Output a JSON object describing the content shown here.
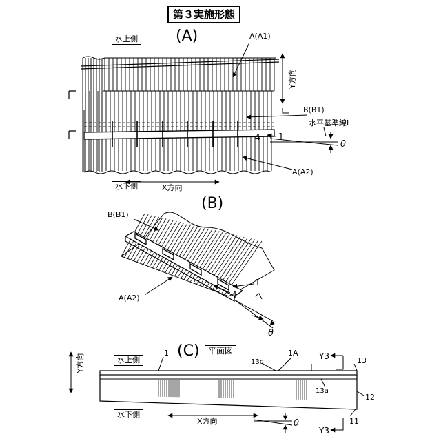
{
  "title": "第３実施形態",
  "figureA": {
    "label": "(A)",
    "upstream": "水上側",
    "downstream": "水下側",
    "x_direction": "X方向",
    "y_direction": "Y方向",
    "part_a1": "A(A1)",
    "part_b1": "B(B1)",
    "part_a2": "A(A2)",
    "baseline": "水平基準線L",
    "theta": "θ",
    "num_1": "1",
    "num_4": "4"
  },
  "figureB": {
    "label": "(B)",
    "part_b1": "B(B1)",
    "part_a2": "A(A2)",
    "num_1": "1",
    "num_4": "4",
    "theta": "θ"
  },
  "figureC": {
    "label": "(C)",
    "plan_view": "平面図",
    "upstream": "水上側",
    "downstream": "水下側",
    "x_direction": "X方向",
    "y_direction": "Y方向",
    "num_1": "1",
    "num_1a": "1A",
    "num_13c": "13c",
    "num_13a": "13a",
    "num_13": "13",
    "num_12": "12",
    "num_11": "11",
    "y3_top": "Y3",
    "y3_bottom": "Y3",
    "theta": "θ"
  }
}
